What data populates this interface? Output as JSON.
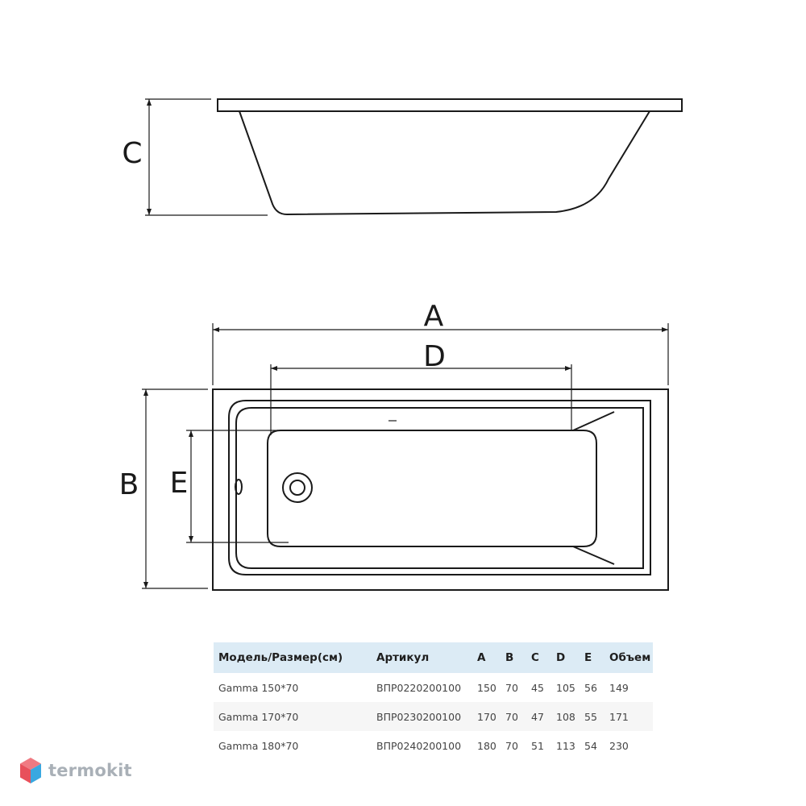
{
  "diagram": {
    "labels": {
      "a": "A",
      "b": "B",
      "c": "C",
      "d": "D",
      "e": "E"
    },
    "line_color": "#1a1a1a"
  },
  "table": {
    "headers": [
      "Модель/Размер(см)",
      "Артикул",
      "A",
      "B",
      "C",
      "D",
      "E",
      "Объем"
    ],
    "rows": [
      [
        "Gamma 150*70",
        "ВПР0220200100",
        "150",
        "70",
        "45",
        "105",
        "56",
        "149"
      ],
      [
        "Gamma 170*70",
        "ВПР0230200100",
        "170",
        "70",
        "47",
        "108",
        "55",
        "171"
      ],
      [
        "Gamma 180*70",
        "ВПР0240200100",
        "180",
        "70",
        "51",
        "113",
        "54",
        "230"
      ]
    ],
    "header_background": "#dcebf5"
  },
  "brand": {
    "name": "termokit",
    "icon": "hexagon-cube-logo-icon",
    "colors": {
      "logo_red": "#e8505b",
      "logo_blue": "#3aa8e0",
      "text": "#a9b0b7"
    }
  }
}
